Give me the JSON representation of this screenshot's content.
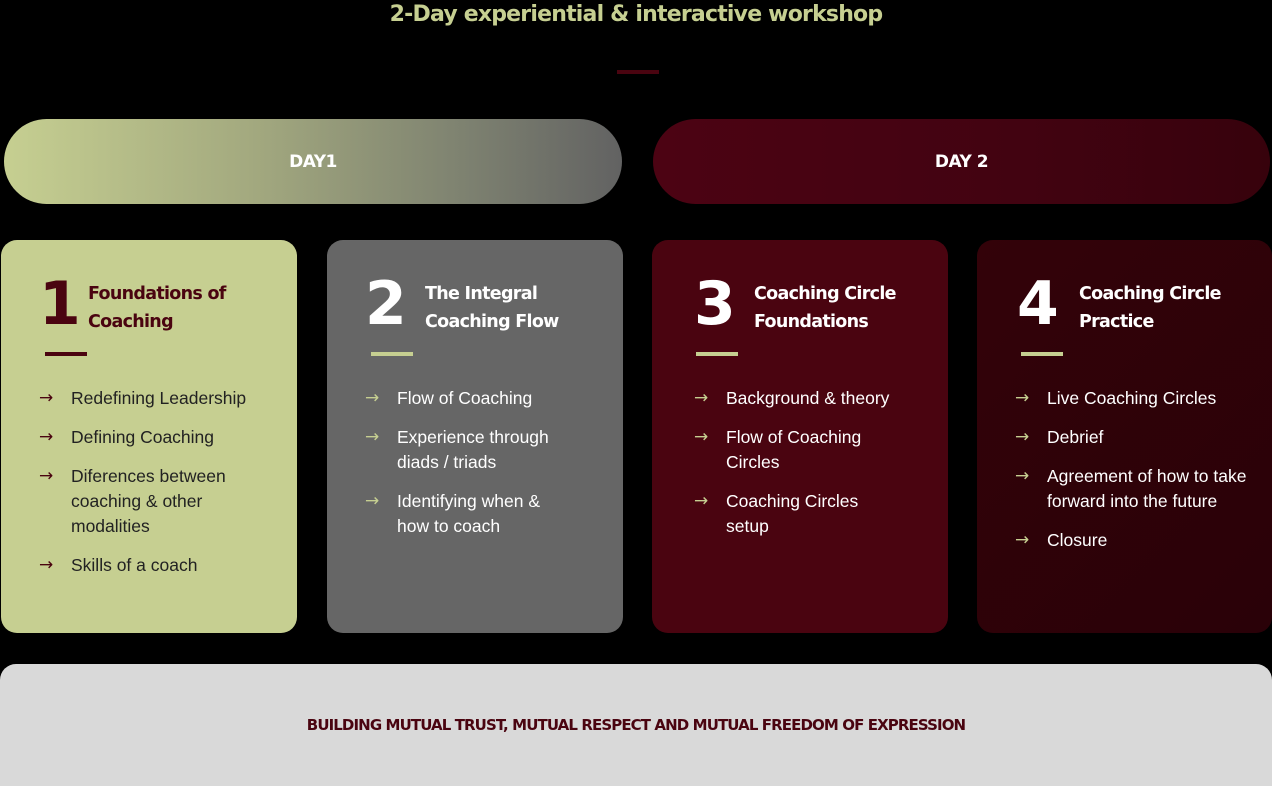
{
  "header": {
    "title": "2-Day experiential & interactive workshop"
  },
  "days": [
    {
      "label": "DAY1"
    },
    {
      "label": "DAY 2"
    }
  ],
  "modules": [
    {
      "number": "1",
      "title": "Foundations of Coaching",
      "items": [
        "Redefining Leadership",
        "Defining Coaching",
        "Diferences between coaching & other modalities",
        "Skills of a coach"
      ]
    },
    {
      "number": "2",
      "title": "The Integral Coaching Flow",
      "items": [
        "Flow of Coaching",
        "Experience through diads / triads",
        "Identifying when & how to coach"
      ]
    },
    {
      "number": "3",
      "title": "Coaching Circle Foundations",
      "items": [
        "Background & theory",
        "Flow of Coaching Circles",
        "Coaching Circles setup"
      ]
    },
    {
      "number": "4",
      "title": "Coaching Circle Practice",
      "items": [
        "Live Coaching Circles",
        "Debrief",
        "Agreement of how to take forward into the future",
        "Closure"
      ]
    }
  ],
  "icons": {
    "arrow": "→"
  },
  "footer": {
    "text": "BUILDING MUTUAL TRUST, MUTUAL RESPECT AND MUTUAL FREEDOM OF EXPRESSION"
  },
  "colors": {
    "olive": "#c6cf91",
    "gray": "#666666",
    "maroon": "#4a0410",
    "dark_maroon": "#2e0109",
    "footer_bg": "#d9d9d9"
  }
}
